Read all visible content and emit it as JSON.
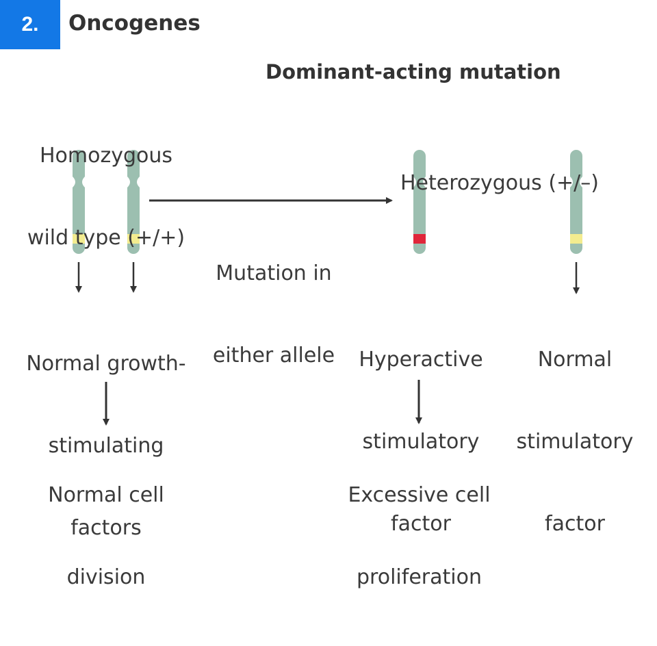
{
  "slide": {
    "number": "2.",
    "title": "Oncogenes",
    "heading": "Dominant-acting mutation"
  },
  "left": {
    "genotype_line1": "Homozygous",
    "genotype_line2": "wild type (+/+)",
    "product_line1": "Normal growth-",
    "product_line2": "stimulating",
    "product_line3": "factors",
    "outcome_line1": "Normal cell",
    "outcome_line2": "division"
  },
  "middle": {
    "arrow_line1": "Mutation in",
    "arrow_line2": "either allele"
  },
  "right": {
    "genotype": "Heterozygous (+/–)",
    "mutant_product_line1": "Hyperactive",
    "mutant_product_line2": "stimulatory",
    "mutant_product_line3": "factor",
    "normal_product_line1": "Normal",
    "normal_product_line2": "stimulatory",
    "normal_product_line3": "factor",
    "outcome_line1": "Excessive cell",
    "outcome_line2": "proliferation"
  },
  "colors": {
    "chromosome": "#9cbfb0",
    "normal_allele_band": "#f3ec8f",
    "mutant_allele_band": "#e0263a",
    "arrow": "#333333",
    "badge": "#1378e6"
  }
}
